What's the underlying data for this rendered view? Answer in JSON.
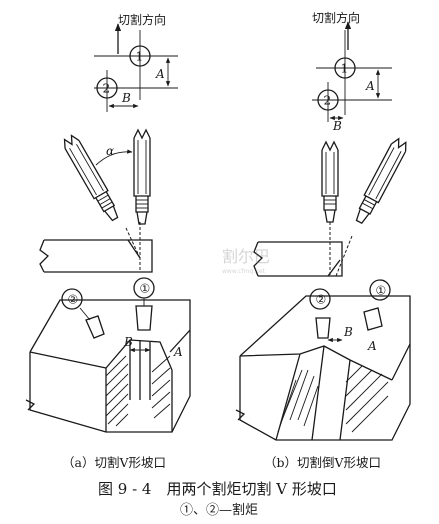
{
  "panel_a": {
    "direction_label": "切割方向",
    "torch_1": "①",
    "torch_2": "②",
    "torch_1_3d": "1",
    "torch_2_3d": "2",
    "dim_a": "A",
    "dim_b": "B",
    "angle": "α",
    "caption": "（a）切割V形坡口"
  },
  "panel_b": {
    "direction_label": "切割方向",
    "torch_1": "①",
    "torch_2": "②",
    "torch_1_3d": "1",
    "torch_2_3d": "2",
    "dim_a": "A",
    "dim_b": "B",
    "caption": "（b）切割倒V形坡口"
  },
  "watermark": {
    "line1": "割尔巴",
    "line2": "www.cfmq.net"
  },
  "figure": {
    "title": "图 9 - 4　用两个割炬切割 V 形坡口",
    "subtitle": "①、②—割炬"
  }
}
